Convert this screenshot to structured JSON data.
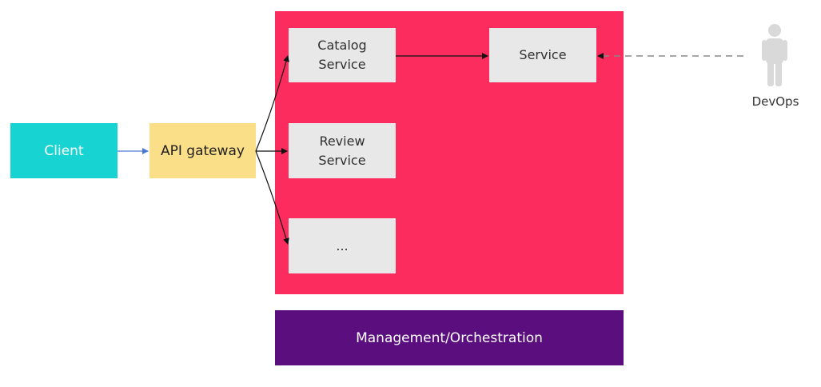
{
  "nodes": {
    "client": "Client",
    "api_gateway": "API gateway",
    "catalog_service": "Catalog\nService",
    "review_service": "Review\nService",
    "more_services": "...",
    "service": "Service",
    "management": "Management/Orchestration",
    "devops": "DevOps"
  },
  "colors": {
    "client": "#17d4d2",
    "api_gateway": "#fbdf88",
    "platform": "#fd2c5e",
    "service_box": "#e8e8e8",
    "management": "#5b0e7e",
    "client_arrow": "#4a7bd0",
    "arrow": "#111111",
    "devops_figure": "#d9d9d9",
    "dashed_line": "#8a8a8a"
  },
  "icons": {
    "devops": "person-icon"
  }
}
